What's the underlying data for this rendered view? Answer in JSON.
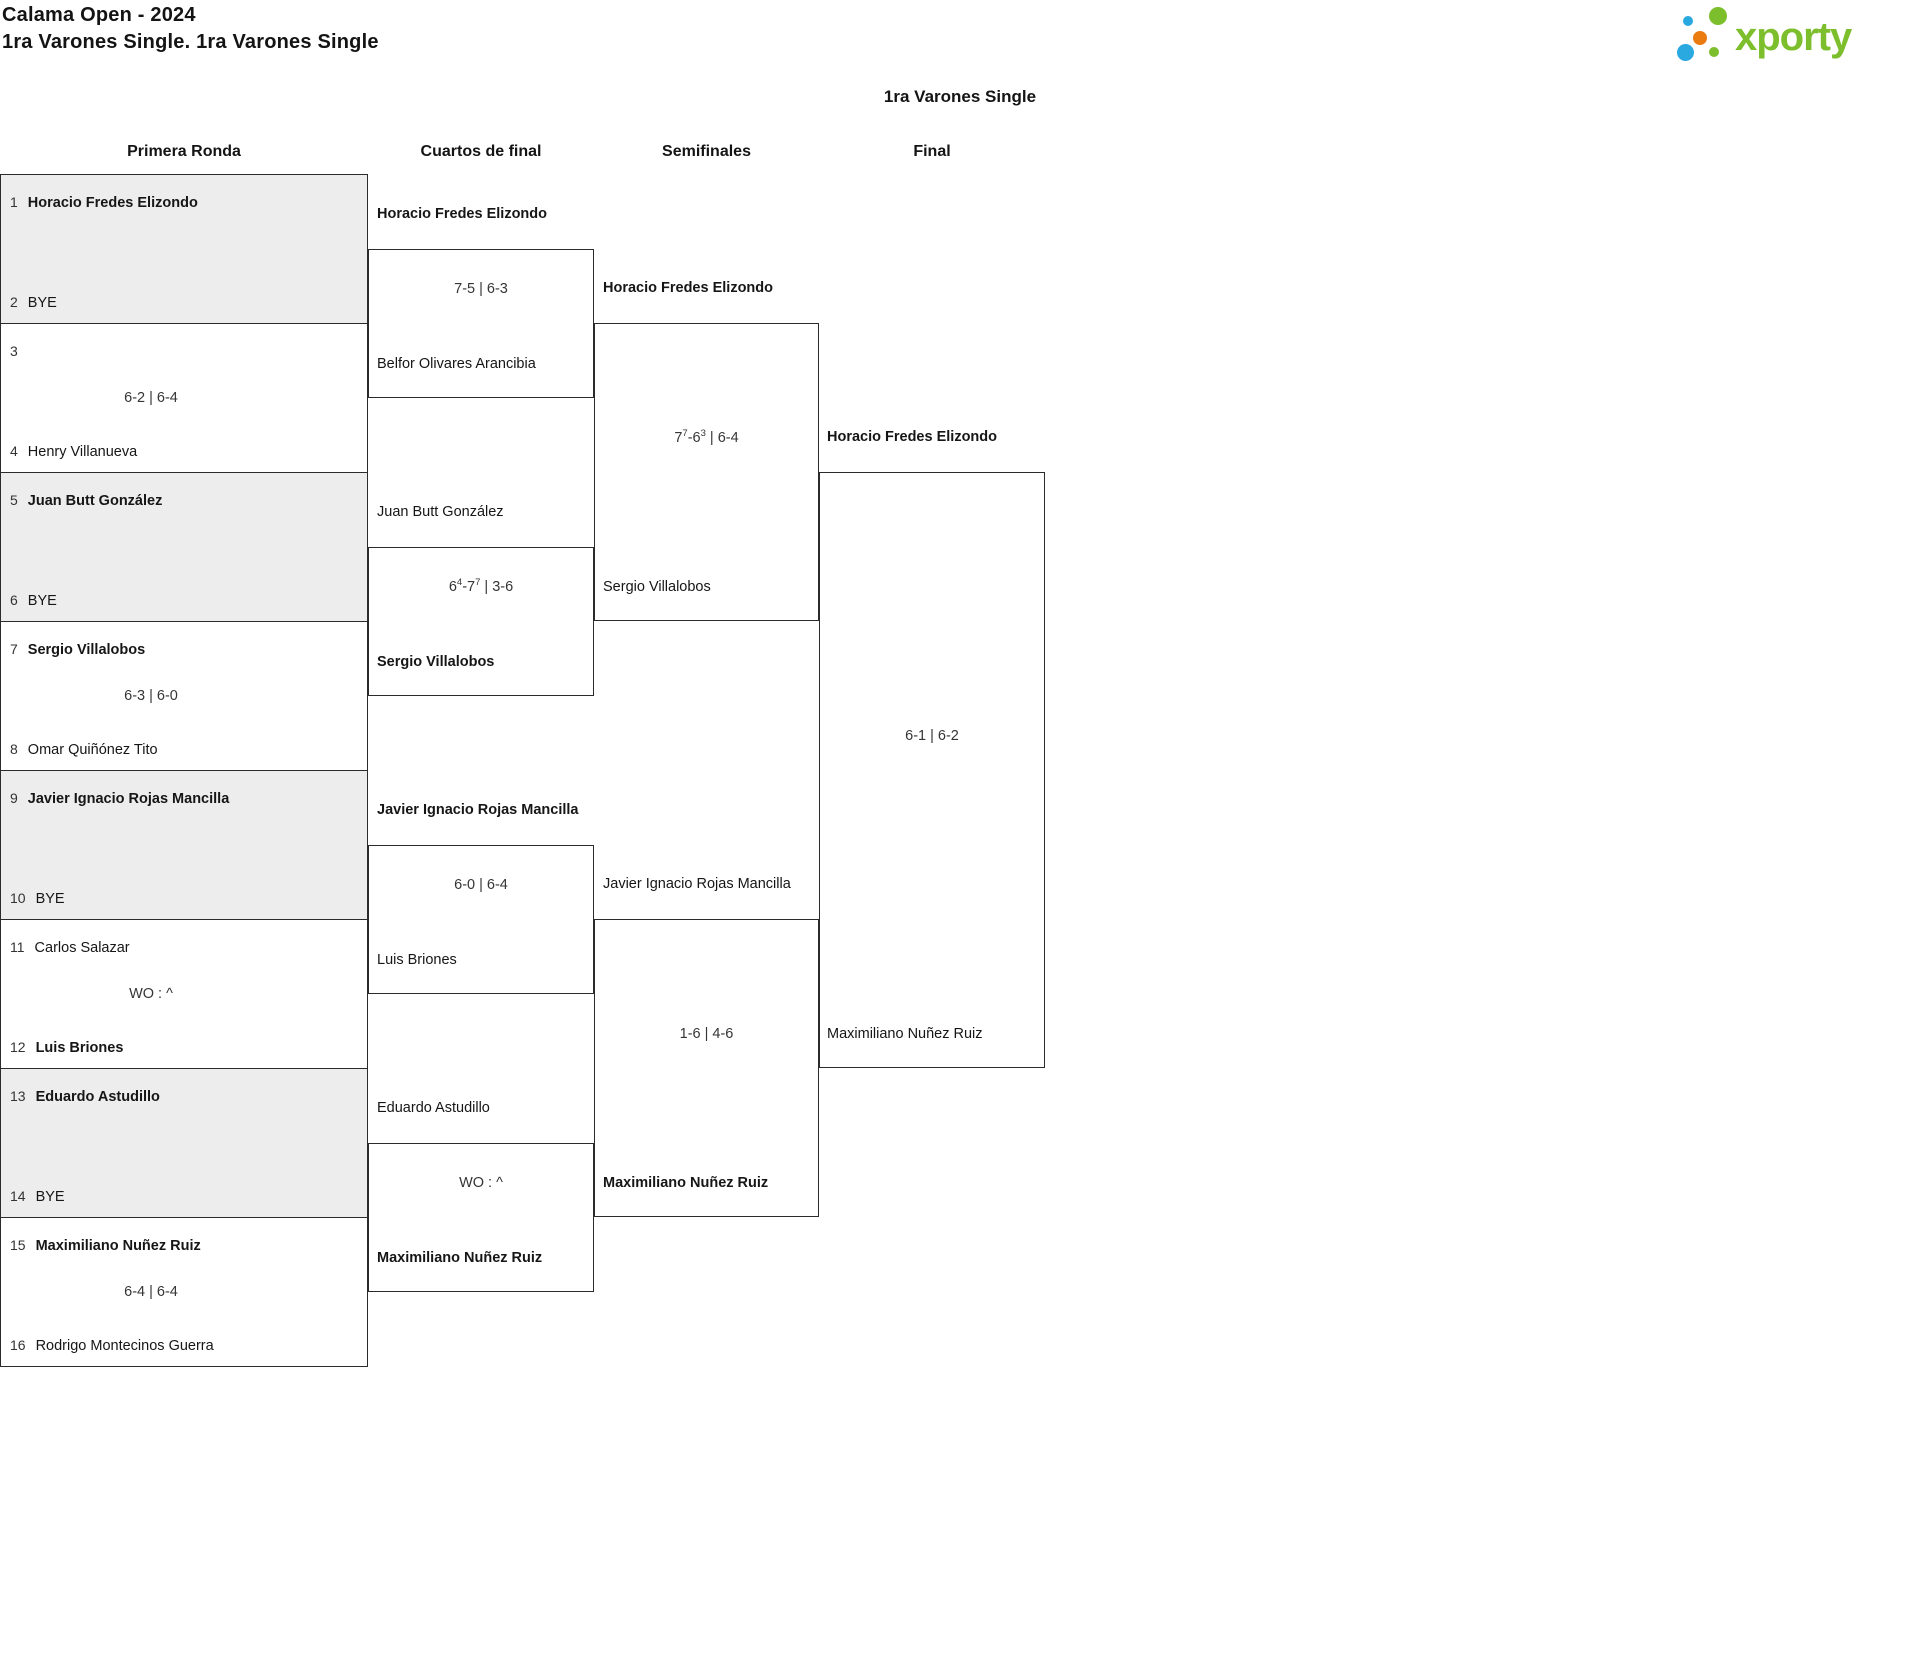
{
  "header": {
    "title": "Calama Open - 2024",
    "subtitle": "1ra Varones Single. 1ra Varones Single",
    "logo": {
      "wordmark": "xporty",
      "colors": {
        "green": "#7cbe2b",
        "blue": "#2aa9e1",
        "orange": "#ea7b10"
      }
    }
  },
  "bracket": {
    "title": "1ra Varones Single",
    "round_headers": [
      "Primera Ronda",
      "Cuartos de final",
      "Semifinales",
      "Final"
    ],
    "first_round": [
      {
        "shaded": true,
        "score": "",
        "top": {
          "seed": "1",
          "name": "Horacio Fredes Elizondo",
          "winner": true
        },
        "bottom": {
          "seed": "2",
          "name": "BYE",
          "winner": false
        }
      },
      {
        "shaded": false,
        "score": "6-2 | 6-4",
        "top": {
          "seed": "3",
          "name": "",
          "winner": false
        },
        "bottom": {
          "seed": "4",
          "name": "Henry Villanueva",
          "winner": false
        }
      },
      {
        "shaded": true,
        "score": "",
        "top": {
          "seed": "5",
          "name": "Juan Butt González",
          "winner": true
        },
        "bottom": {
          "seed": "6",
          "name": "BYE",
          "winner": false
        }
      },
      {
        "shaded": false,
        "score": "6-3 | 6-0",
        "top": {
          "seed": "7",
          "name": "Sergio Villalobos",
          "winner": true
        },
        "bottom": {
          "seed": "8",
          "name": "Omar Quiñónez Tito",
          "winner": false
        }
      },
      {
        "shaded": true,
        "score": "",
        "top": {
          "seed": "9",
          "name": "Javier Ignacio Rojas Mancilla",
          "winner": true
        },
        "bottom": {
          "seed": "10",
          "name": "BYE",
          "winner": false
        }
      },
      {
        "shaded": false,
        "score": "WO : ^",
        "top": {
          "seed": "11",
          "name": "Carlos Salazar",
          "winner": false
        },
        "bottom": {
          "seed": "12",
          "name": "Luis Briones",
          "winner": true
        }
      },
      {
        "shaded": true,
        "score": "",
        "top": {
          "seed": "13",
          "name": "Eduardo Astudillo",
          "winner": true
        },
        "bottom": {
          "seed": "14",
          "name": "BYE",
          "winner": false
        }
      },
      {
        "shaded": false,
        "score": "6-4 | 6-4",
        "top": {
          "seed": "15",
          "name": "Maximiliano Nuñez Ruiz",
          "winner": true
        },
        "bottom": {
          "seed": "16",
          "name": "Rodrigo Montecinos Guerra",
          "winner": false
        }
      }
    ],
    "quarterfinals": [
      {
        "score": "7-5 | 6-3",
        "top": {
          "name": "Horacio Fredes Elizondo",
          "winner": true
        },
        "bottom": {
          "name": "Belfor Olivares Arancibia",
          "winner": false
        }
      },
      {
        "score": "6⁴-7⁷ | 3-6",
        "top": {
          "name": "Juan Butt González",
          "winner": false
        },
        "bottom": {
          "name": "Sergio Villalobos",
          "winner": true
        }
      },
      {
        "score": "6-0 | 6-4",
        "top": {
          "name": "Javier Ignacio Rojas Mancilla",
          "winner": true
        },
        "bottom": {
          "name": "Luis Briones",
          "winner": false
        }
      },
      {
        "score": "WO : ^",
        "top": {
          "name": "Eduardo Astudillo",
          "winner": false
        },
        "bottom": {
          "name": "Maximiliano Nuñez Ruiz",
          "winner": true
        }
      }
    ],
    "semifinals": [
      {
        "score": "7⁷-6³ | 6-4",
        "top": {
          "name": "Horacio Fredes Elizondo",
          "winner": true
        },
        "bottom": {
          "name": "Sergio Villalobos",
          "winner": false
        }
      },
      {
        "score": "1-6 | 4-6",
        "top": {
          "name": "Javier Ignacio Rojas Mancilla",
          "winner": false
        },
        "bottom": {
          "name": "Maximiliano Nuñez Ruiz",
          "winner": true
        }
      }
    ],
    "final": {
      "score": "6-1 | 6-2",
      "top": {
        "name": "Horacio Fredes Elizondo",
        "winner": true
      },
      "bottom": {
        "name": "Maximiliano Nuñez Ruiz",
        "winner": false
      }
    }
  }
}
